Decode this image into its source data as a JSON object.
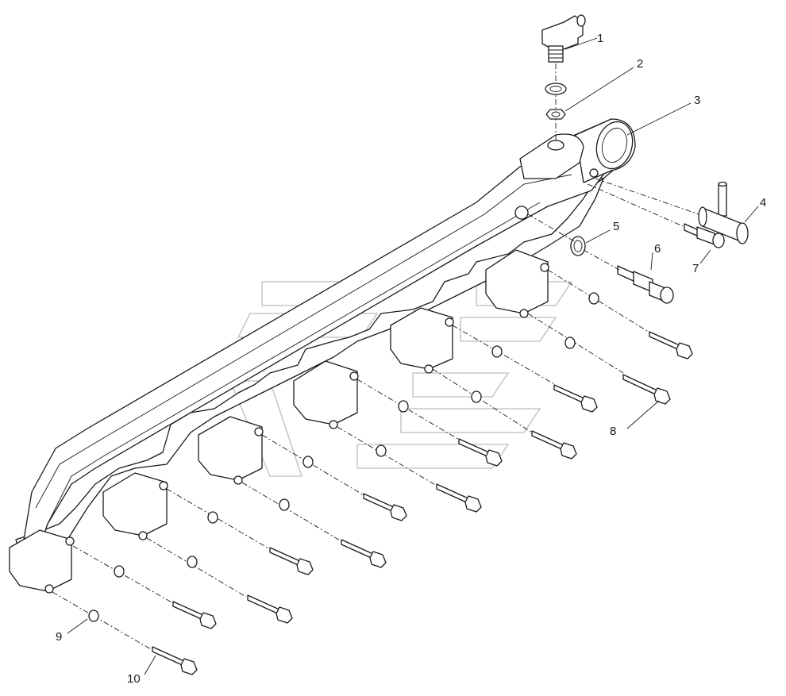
{
  "callouts": {
    "c1": "1",
    "c2": "2",
    "c3": "3",
    "c4": "4",
    "c5": "5",
    "c6": "6",
    "c7": "7",
    "c8": "8",
    "c9": "9",
    "c10": "10"
  },
  "parts": [
    {
      "callout": "1",
      "shape": "elbow-fitting-icon"
    },
    {
      "callout": "2",
      "shape": "sealing-ring-icon"
    },
    {
      "callout": "3",
      "shape": "manifold-body-icon"
    },
    {
      "callout": "4",
      "shape": "tee-pipe-fitting-icon"
    },
    {
      "callout": "5",
      "shape": "sealing-ring-icon"
    },
    {
      "callout": "6",
      "shape": "sensor-icon"
    },
    {
      "callout": "7",
      "shape": "sensor-icon"
    },
    {
      "callout": "8",
      "shape": "bolt-icon"
    },
    {
      "callout": "9",
      "shape": "washer-icon"
    },
    {
      "callout": "10",
      "shape": "bolt-icon"
    }
  ]
}
